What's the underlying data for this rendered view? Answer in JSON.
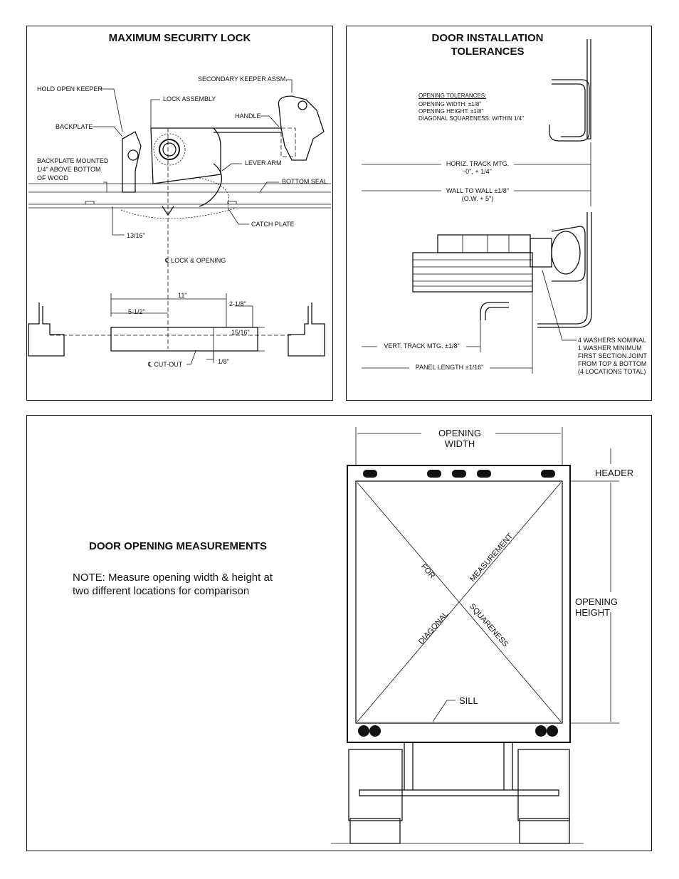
{
  "lock_panel": {
    "title": "MAXIMUM SECURITY LOCK",
    "labels": {
      "secondary_keeper": "SECONDARY KEEPER ASSM.",
      "hold_open_keeper": "HOLD OPEN KEEPER",
      "lock_assembly": "LOCK ASSEMBLY",
      "handle": "HANDLE",
      "backplate": "BACKPLATE",
      "backplate_mounted_1": "BACKPLATE MOUNTED",
      "backplate_mounted_2": "1/4\" ABOVE BOTTOM",
      "backplate_mounted_3": "OF WOOD",
      "lever_arm": "LEVER ARM",
      "bottom_seal": "BOTTOM SEAL",
      "catch_plate": "CATCH PLATE",
      "dim_13_16": "13/16\"",
      "lock_opening": "℄ LOCK & OPENING",
      "dim_11": "11\"",
      "dim_5_1_2": "5-1/2\"",
      "dim_2_1_8": "2-1/8\"",
      "dim_15_16": "15/16\"",
      "cut_out": "℄ CUT-OUT",
      "dim_1_8": "1/8\""
    }
  },
  "tolerance_panel": {
    "title_line1": "DOOR INSTALLATION",
    "title_line2": "TOLERANCES",
    "opening_tolerances": "OPENING TOLERANCES:",
    "opening_width": "OPENING WIDTH: ±1/8\"",
    "opening_height": "OPENING HEIGHT: ±1/8\"",
    "diagonal": "DIAGONAL SQUARENESS: WITHIN 1/4\"",
    "horiz_track_1": "HORIZ. TRACK MTG.",
    "horiz_track_2": "-0\", + 1/4\"",
    "wall_to_wall_1": "WALL TO WALL ±1/8\"",
    "wall_to_wall_2": "(O.W. + 5\")",
    "vert_track": "VERT. TRACK MTG. ±1/8\"",
    "panel_length": "PANEL LENGTH ±1/16\"",
    "washers_1": "4 WASHERS NOMINAL",
    "washers_2": "1 WASHER MINIMUM",
    "washers_3": "FIRST SECTION JOINT",
    "washers_4": "FROM TOP & BOTTOM",
    "washers_5": "(4 LOCATIONS TOTAL)"
  },
  "opening_panel": {
    "title": "DOOR OPENING MEASUREMENTS",
    "note_line1": "NOTE: Measure opening width & height at",
    "note_line2": "two different locations for comparison",
    "opening_width": "OPENING WIDTH",
    "header": "HEADER",
    "opening_height": "OPENING HEIGHT",
    "sill": "SILL",
    "diag_for": "FOR",
    "diag_measurement": "MEASUREMENT",
    "diag_diagonal": "DIAGONAL",
    "diag_squareness": "SQUARENESS"
  }
}
